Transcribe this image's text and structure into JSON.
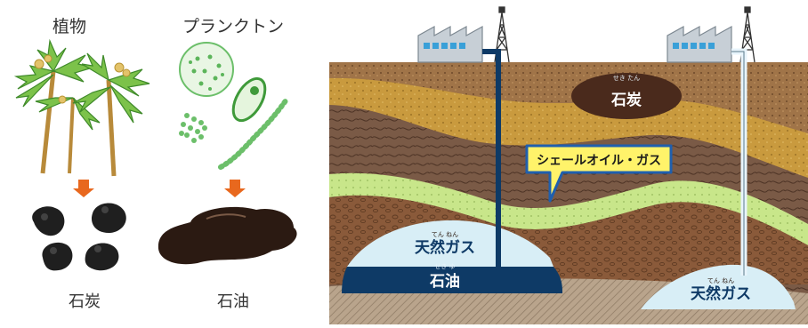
{
  "left": {
    "plants_title": "植物",
    "plankton_title": "プランクトン",
    "coal_caption": "石炭",
    "oil_caption": "石油"
  },
  "right": {
    "coal_label": "石炭",
    "coal_ruby": "せき たん",
    "shale_label": "シェールオイル・ガス",
    "gas_left_label": "天然ガス",
    "gas_left_ruby": "てん ねん",
    "oil_label": "石油",
    "oil_ruby": "せき ゆ",
    "gas_right_label": "天然ガス",
    "gas_right_ruby": "てん ねん"
  },
  "colors": {
    "arrow": "#e8681e",
    "coal_pocket": "#4a2a1c",
    "shale_layer": "#c8e68a",
    "gas": "#d8eef6",
    "oil": "#0e3a66",
    "callout_fill": "#fff36a",
    "callout_border": "#1f5fae"
  }
}
